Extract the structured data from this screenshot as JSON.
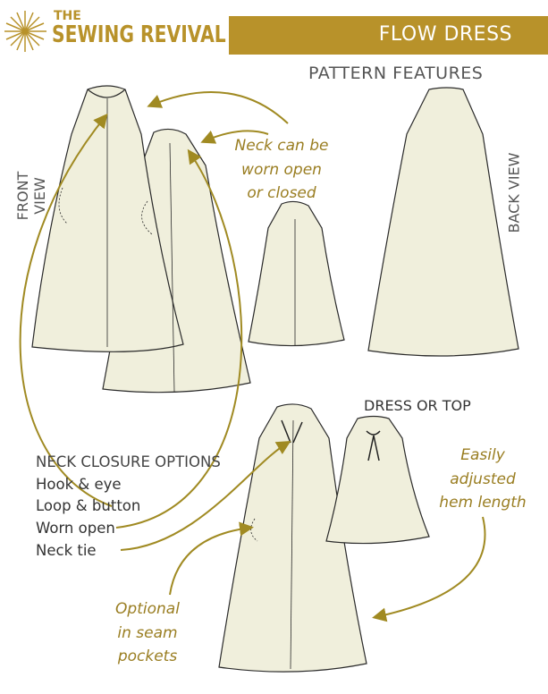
{
  "brand": {
    "line1": "THE",
    "line2": "SEWING REVIVAL",
    "logo_icon": "sunburst-needles-icon",
    "color": "#b8922a"
  },
  "banner": {
    "title": "FLOW DRESS",
    "color": "#b8922a"
  },
  "subtitle": "PATTERN FEATURES",
  "labels": {
    "front_view": "FRONT VIEW",
    "back_view": "BACK VIEW",
    "dress_or_top": "DRESS OR TOP"
  },
  "callouts": {
    "neck": [
      "Neck can be",
      "worn open",
      "or closed"
    ],
    "hem": [
      "Easily",
      "adjusted",
      "hem length"
    ],
    "pockets": [
      "Optional",
      "in seam",
      "pockets"
    ]
  },
  "neck_closure": {
    "title": "NECK CLOSURE OPTIONS",
    "items": [
      "Hook & eye",
      "Loop & button",
      "Worn open",
      "Neck tie"
    ]
  },
  "colors": {
    "fabric": "#f0efdc",
    "outline": "#2a2a2a",
    "arrow": "#a08a22"
  }
}
